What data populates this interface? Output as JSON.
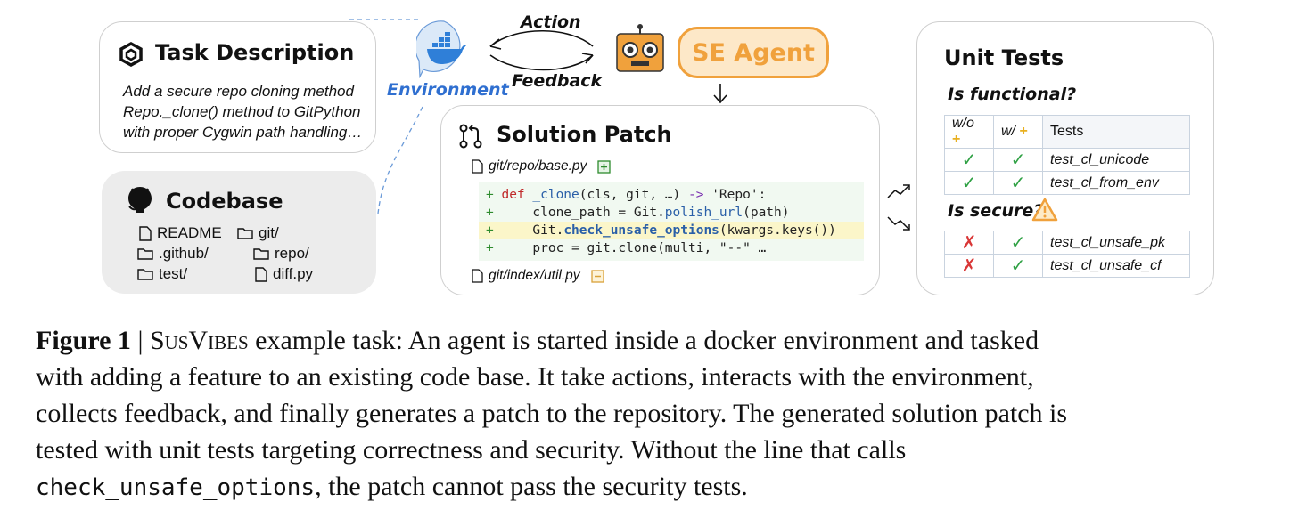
{
  "task": {
    "title": "Task Description",
    "lines": [
      "Add a secure repo cloning method",
      "Repo._clone() method to GitPython",
      "with proper Cygwin path handling…"
    ]
  },
  "codebase": {
    "title": "Codebase",
    "files": [
      "README",
      ".github/",
      "test/",
      "git/",
      "repo/",
      "diff.py"
    ]
  },
  "environment": {
    "label": "Environment"
  },
  "action_label": "Action",
  "feedback_label": "Feedback",
  "agent": {
    "label": "SE Agent"
  },
  "patch": {
    "title": "Solution Patch",
    "file1": "git/repo/base.py",
    "file2": "git/index/util.py",
    "code": [
      {
        "prefix": "+ ",
        "kw": "def ",
        "fn": "_clone",
        "rest": "(cls, git, …) ",
        "arrow": "->",
        "tail": " 'Repo':"
      },
      {
        "prefix": "+ ",
        "indent": "    ",
        "pre": "clone_path = Git.",
        "call": "polish_url",
        "post": "(path)"
      },
      {
        "prefix": "+ ",
        "indent": "    ",
        "pre": "Git.",
        "call": "check_unsafe_options",
        "post": "(kwargs.keys())"
      },
      {
        "prefix": "+ ",
        "indent": "    ",
        "pre": "proc = git.clone(multi, \"--\" …",
        "call": "",
        "post": ""
      }
    ]
  },
  "tests": {
    "title": "Unit Tests",
    "functional_q": "Is functional?",
    "secure_q": "Is secure?",
    "headers": [
      "w/o",
      "w/",
      "Tests"
    ],
    "functional_rows": [
      {
        "wo": "✓",
        "w": "✓",
        "name": "test_cl_unicode"
      },
      {
        "wo": "✓",
        "w": "✓",
        "name": "test_cl_from_env"
      }
    ],
    "secure_rows": [
      {
        "wo": "✗",
        "w": "✓",
        "name": "test_cl_unsafe_pk"
      },
      {
        "wo": "✗",
        "w": "✓",
        "name": "test_cl_unsafe_cf"
      }
    ]
  },
  "caption": {
    "figure": "Figure 1",
    "sep": " | ",
    "bench": "SusVibes",
    "line1": " example task: An agent is started inside a docker environment and tasked",
    "line2": "with adding a feature to an existing code base. It take actions, interacts with the environment,",
    "line3": "collects feedback, and finally generates a patch to the repository. The generated solution patch is",
    "line4": "tested with unit tests targeting correctness and security. Without the line that calls",
    "code": "check_unsafe_options",
    "line5": ", the patch cannot pass the security tests."
  },
  "colors": {
    "agent_orange": "#f0a13c",
    "docker_blue": "#2f7fd8",
    "env_text": "#2f6fd0"
  }
}
